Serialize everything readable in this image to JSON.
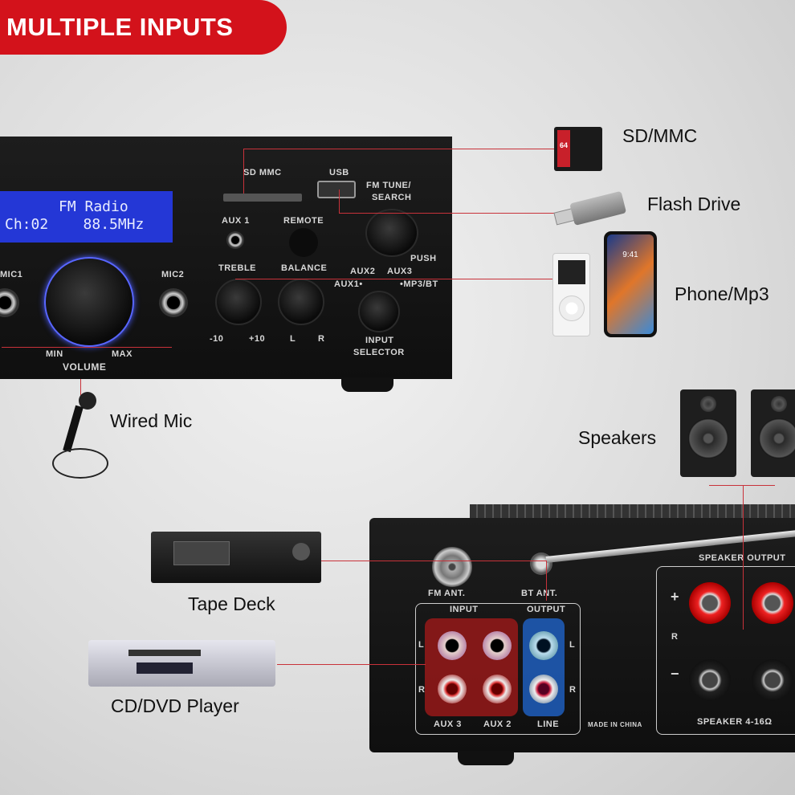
{
  "banner": {
    "title": "MULTIPLE INPUTS"
  },
  "front_panel": {
    "lcd_line1": "FM Radio",
    "lcd_line2": "Ch:02    88.5MHz",
    "sd_mmc": "SD MMC",
    "usb": "USB",
    "fm_tune": "FM TUNE/",
    "search": "SEARCH",
    "push": "PUSH",
    "aux1": "AUX 1",
    "remote": "REMOTE",
    "treble": "TREBLE",
    "balance": "BALANCE",
    "aux2": "AUX2",
    "aux3": "AUX3",
    "aux1_sel": "AUX1•",
    "mp3bt": "•MP3/BT",
    "minus10": "-10",
    "plus10": "+10",
    "l": "L",
    "r": "R",
    "input": "INPUT",
    "selector": "SELECTOR",
    "mic1": "MIC1",
    "mic2": "MIC2",
    "min": "MIN",
    "max": "MAX",
    "volume": "VOLUME"
  },
  "back_panel": {
    "fm_ant": "FM ANT.",
    "bt_ant": "BT ANT.",
    "input": "INPUT",
    "output": "OUTPUT",
    "l": "L",
    "r": "R",
    "aux3": "AUX 3",
    "aux2": "AUX 2",
    "line": "LINE",
    "made_in": "MADE IN CHINA",
    "speaker_output": "SPEAKER OUTPUT",
    "speaker": "SPEAKER 4-16Ω",
    "plus": "+",
    "minus": "−",
    "r_label": "R"
  },
  "callouts": {
    "sd": "SD/MMC",
    "sd_card_text": "64",
    "flash": "Flash Drive",
    "phone": "Phone/Mp3",
    "phone_time": "9:41",
    "mic": "Wired Mic",
    "speakers": "Speakers",
    "tape": "Tape Deck",
    "cd": "CD/DVD Player"
  }
}
